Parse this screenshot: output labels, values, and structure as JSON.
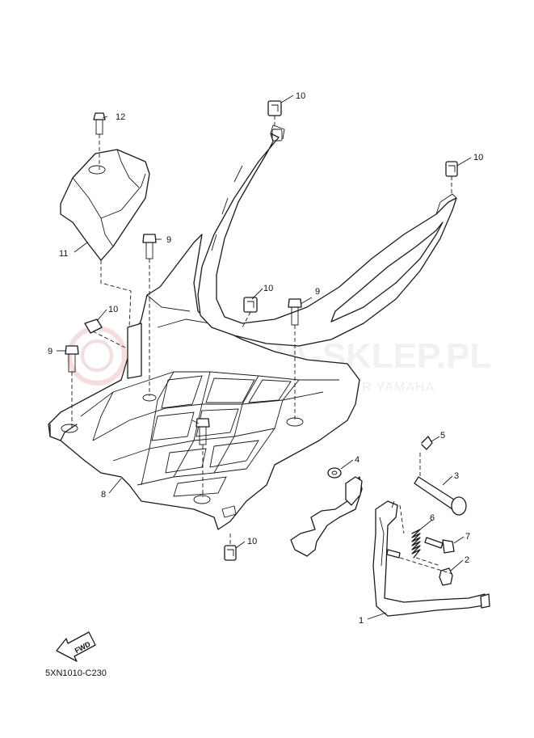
{
  "diagram_code": "5XN1010-C230",
  "watermark": {
    "brand": "YAMAHA-SKLEP.PL",
    "tagline": "WOJ. MAZOWIECKI | DEALER YAMAHA",
    "color": "#e8e8e8",
    "logo_color": "#f2c4c4"
  },
  "fwd_label": "FWD",
  "callouts": [
    {
      "id": "c-1",
      "label": "1"
    },
    {
      "id": "c-2",
      "label": "2"
    },
    {
      "id": "c-3",
      "label": "3"
    },
    {
      "id": "c-4",
      "label": "4"
    },
    {
      "id": "c-5",
      "label": "5"
    },
    {
      "id": "c-6",
      "label": "6"
    },
    {
      "id": "c-7",
      "label": "7"
    },
    {
      "id": "c-8",
      "label": "8"
    },
    {
      "id": "c-9a",
      "label": "9"
    },
    {
      "id": "c-9b",
      "label": "9"
    },
    {
      "id": "c-9c",
      "label": "9"
    },
    {
      "id": "c-10a",
      "label": "10"
    },
    {
      "id": "c-10b",
      "label": "10"
    },
    {
      "id": "c-10c",
      "label": "10"
    },
    {
      "id": "c-10d",
      "label": "10"
    },
    {
      "id": "c-10e",
      "label": "10"
    },
    {
      "id": "c-11",
      "label": "11"
    },
    {
      "id": "c-12",
      "label": "12"
    }
  ]
}
